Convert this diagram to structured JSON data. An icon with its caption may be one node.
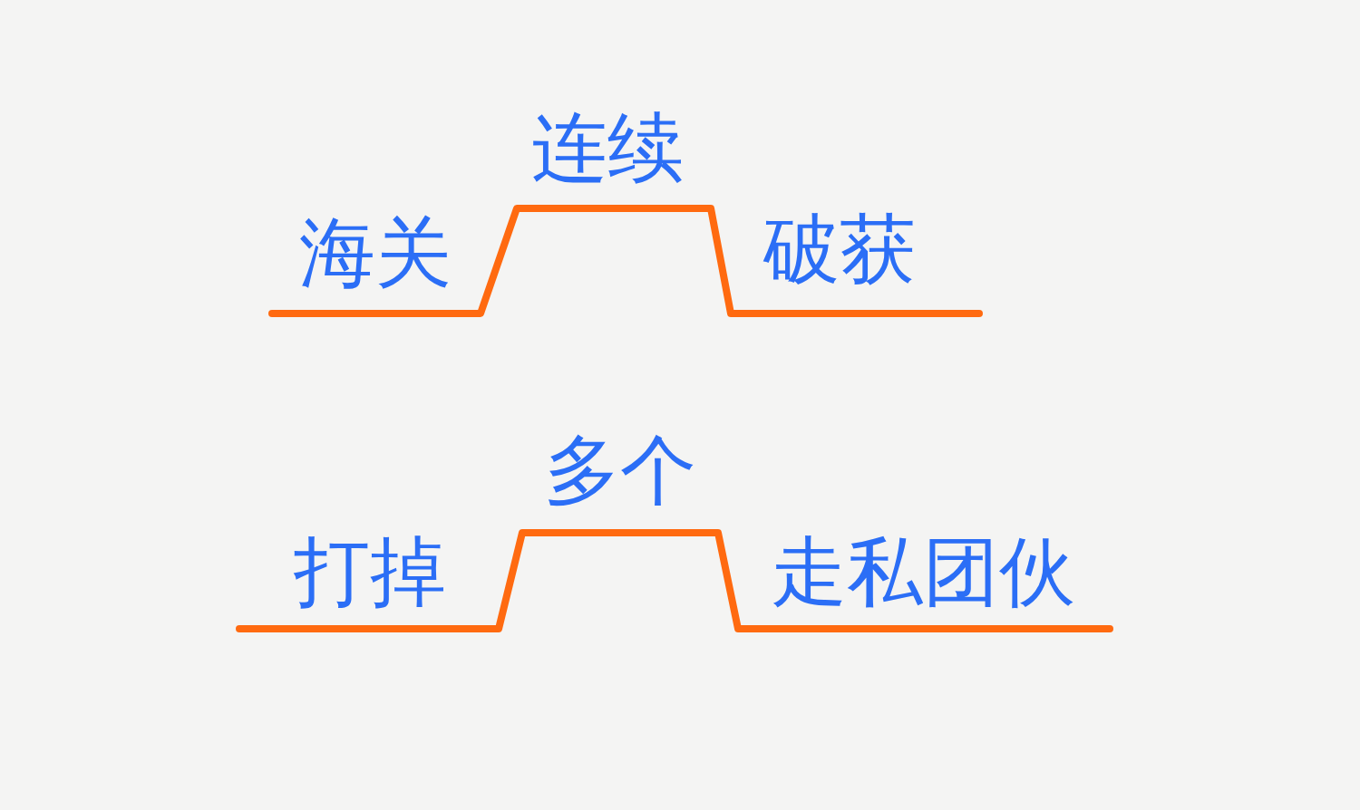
{
  "diagram": {
    "labels": [
      "海关",
      "连续",
      "破获",
      "打掉",
      "多个",
      "走私团伙"
    ]
  }
}
